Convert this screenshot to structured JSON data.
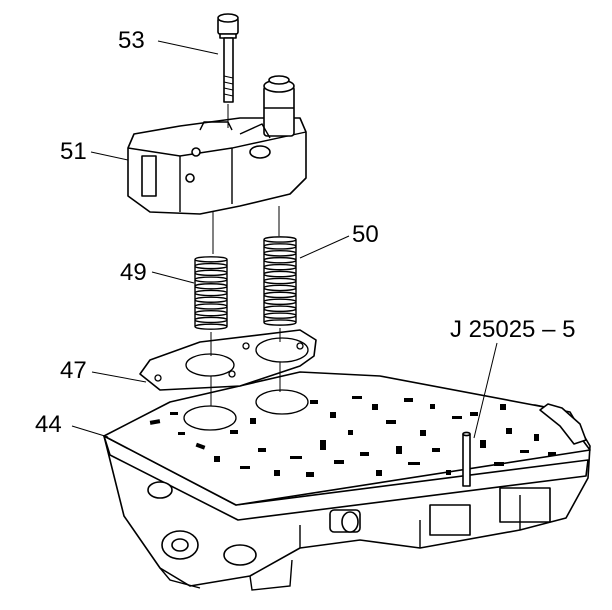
{
  "callouts": {
    "c53": "53",
    "c51": "51",
    "c50": "50",
    "c49": "49",
    "c47": "47",
    "c44": "44",
    "tool": "J 25025 – 5"
  }
}
